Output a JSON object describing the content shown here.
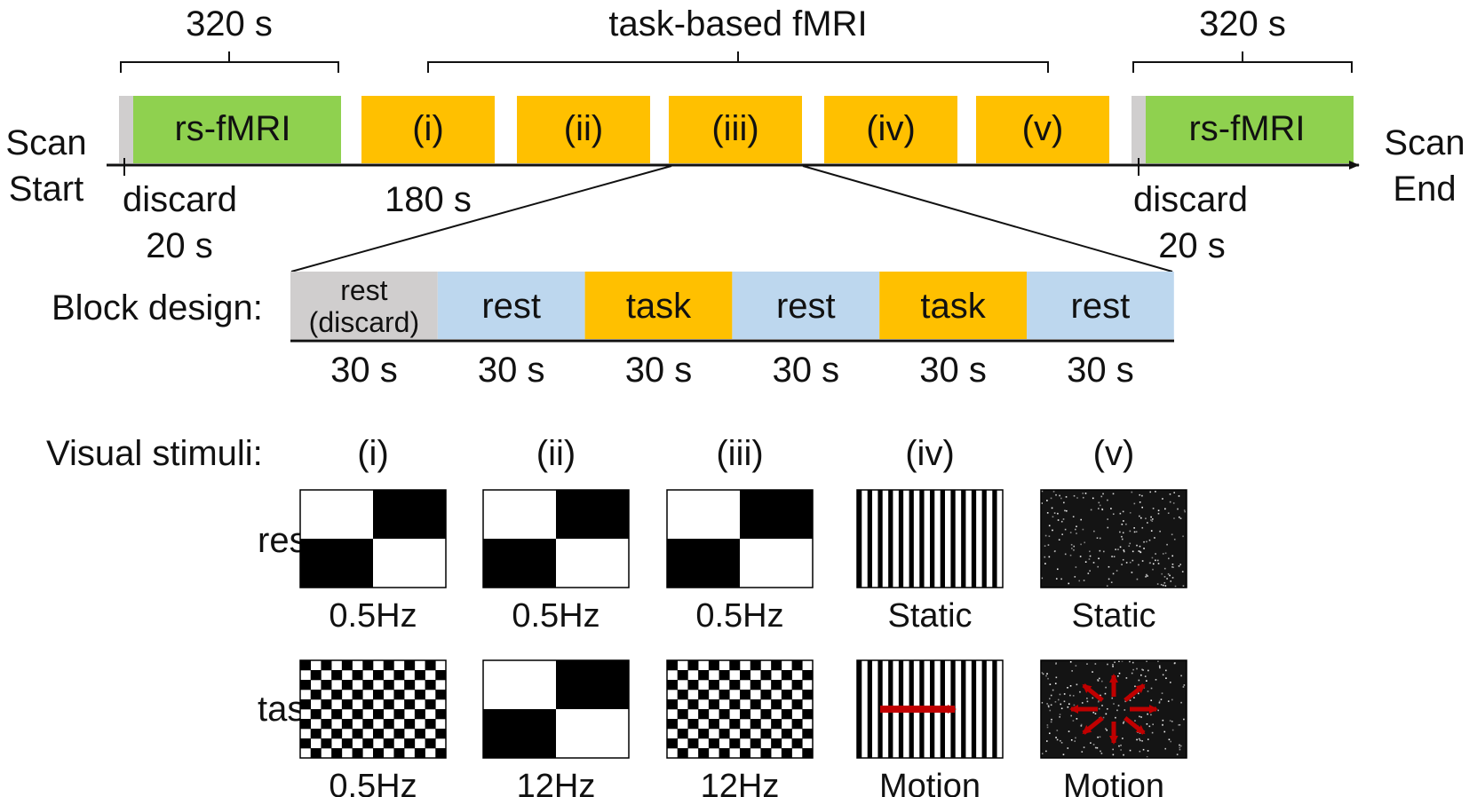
{
  "colors": {
    "resting_state": "#8fd14f",
    "task_block": "#ffc000",
    "rest_block": "#bdd7ee",
    "discard_block": "#d0cece",
    "arrow": "#c00000",
    "noise_background": "#141414"
  },
  "timeline": {
    "label_start_line1": "Scan",
    "label_start_line2": "Start",
    "label_end_line1": "Scan",
    "label_end_line2": "End",
    "rs_left": {
      "label": "rs-fMRI",
      "duration": "320 s",
      "discard_line1": "discard",
      "discard_line2": "20 s"
    },
    "rs_right": {
      "label": "rs-fMRI",
      "duration": "320 s",
      "discard_line1": "discard",
      "discard_line2": "20 s"
    },
    "task_group_label": "task-based fMRI",
    "task_run_duration": "180 s",
    "task_runs": [
      "(i)",
      "(ii)",
      "(iii)",
      "(iv)",
      "(v)"
    ]
  },
  "block_design": {
    "label": "Block design:",
    "blocks": [
      {
        "kind": "discard",
        "line1": "rest",
        "line2": "(discard)",
        "duration": "30 s"
      },
      {
        "kind": "rest",
        "line1": "rest",
        "line2": "",
        "duration": "30 s"
      },
      {
        "kind": "task",
        "line1": "task",
        "line2": "",
        "duration": "30 s"
      },
      {
        "kind": "rest",
        "line1": "rest",
        "line2": "",
        "duration": "30 s"
      },
      {
        "kind": "task",
        "line1": "task",
        "line2": "",
        "duration": "30 s"
      },
      {
        "kind": "rest",
        "line1": "rest",
        "line2": "",
        "duration": "30 s"
      }
    ]
  },
  "stimuli": {
    "label": "Visual stimuli:",
    "row_rest_label": "rest",
    "row_task_label": "task",
    "columns": [
      {
        "id": "(i)",
        "rest": {
          "pattern": "checker-2x2",
          "caption": "0.5Hz"
        },
        "task": {
          "pattern": "checker-fine",
          "caption": "0.5Hz"
        }
      },
      {
        "id": "(ii)",
        "rest": {
          "pattern": "checker-2x2",
          "caption": "0.5Hz"
        },
        "task": {
          "pattern": "checker-2x2",
          "caption": "12Hz"
        }
      },
      {
        "id": "(iii)",
        "rest": {
          "pattern": "checker-2x2",
          "caption": "0.5Hz"
        },
        "task": {
          "pattern": "checker-fine",
          "caption": "12Hz"
        }
      },
      {
        "id": "(iv)",
        "rest": {
          "pattern": "vertical-grating",
          "caption": "Static"
        },
        "task": {
          "pattern": "vertical-grating-arrow",
          "caption": "Motion"
        }
      },
      {
        "id": "(v)",
        "rest": {
          "pattern": "random-dots",
          "caption": "Static"
        },
        "task": {
          "pattern": "random-dots-radial-arrows",
          "caption": "Motion"
        }
      }
    ]
  }
}
